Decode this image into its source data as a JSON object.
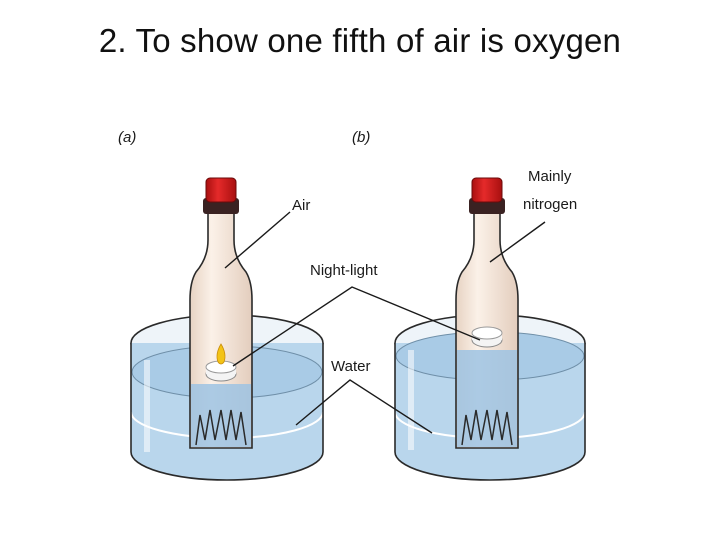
{
  "title": "2. To show one fifth of air is oxygen",
  "diagram": {
    "panel_a": "(a)",
    "panel_b": "(b)",
    "label_air": "Air",
    "label_mainly_nitrogen_line1": "Mainly",
    "label_mainly_nitrogen_line2": "nitrogen",
    "label_night_light": "Night-light",
    "label_water": "Water"
  },
  "colors": {
    "water": "#b9d6ec",
    "water_dark": "#9dc1e0",
    "bottle": "#f4e6da",
    "cap": "#d81e1e",
    "flame": "#f3c316"
  }
}
